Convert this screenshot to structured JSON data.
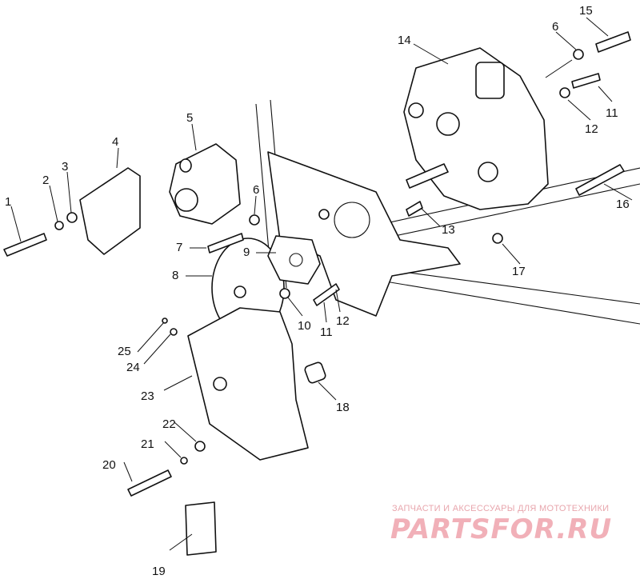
{
  "diagram": {
    "callouts": [
      {
        "id": "c1",
        "label": "1"
      },
      {
        "id": "c2",
        "label": "2"
      },
      {
        "id": "c3",
        "label": "3"
      },
      {
        "id": "c4",
        "label": "4"
      },
      {
        "id": "c5",
        "label": "5"
      },
      {
        "id": "c6a",
        "label": "6"
      },
      {
        "id": "c6b",
        "label": "6"
      },
      {
        "id": "c7",
        "label": "7"
      },
      {
        "id": "c8",
        "label": "8"
      },
      {
        "id": "c9",
        "label": "9"
      },
      {
        "id": "c10",
        "label": "10"
      },
      {
        "id": "c11a",
        "label": "11"
      },
      {
        "id": "c11b",
        "label": "11"
      },
      {
        "id": "c12a",
        "label": "12"
      },
      {
        "id": "c12b",
        "label": "12"
      },
      {
        "id": "c13",
        "label": "13"
      },
      {
        "id": "c14",
        "label": "14"
      },
      {
        "id": "c15",
        "label": "15"
      },
      {
        "id": "c16",
        "label": "16"
      },
      {
        "id": "c17",
        "label": "17"
      },
      {
        "id": "c18",
        "label": "18"
      },
      {
        "id": "c19",
        "label": "19"
      },
      {
        "id": "c20",
        "label": "20"
      },
      {
        "id": "c21",
        "label": "21"
      },
      {
        "id": "c22",
        "label": "22"
      },
      {
        "id": "c23",
        "label": "23"
      },
      {
        "id": "c24",
        "label": "24"
      },
      {
        "id": "c25",
        "label": "25"
      }
    ]
  },
  "watermark": {
    "tagline": "ЗАПЧАСТИ И АКСЕССУАРЫ ДЛЯ МОТОТЕХНИКИ",
    "logo_text": "PARTSFOR.RU",
    "color": "#f1b0b8"
  }
}
